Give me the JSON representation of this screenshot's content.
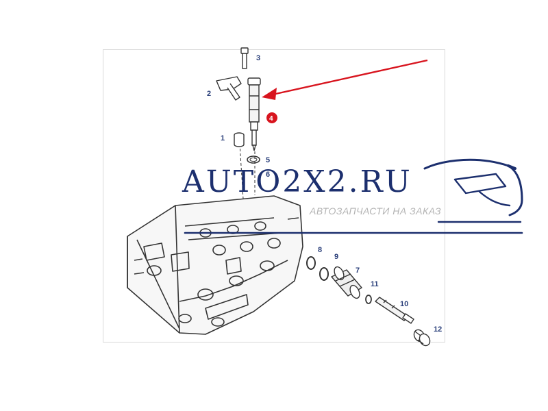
{
  "callouts": [
    "1",
    "2",
    "3",
    "4",
    "5",
    "6",
    "7",
    "8",
    "9",
    "10",
    "11",
    "12"
  ],
  "watermark": {
    "title": "AUTO2X2.RU",
    "subtitle": "АВТОЗАПЧАСТИ НА ЗАКАЗ"
  },
  "colors": {
    "brand": "#1c2f6e",
    "arrow": "#d8141e",
    "badge": "#d8141e",
    "callout": "#2a3f7a",
    "line": "#333333"
  },
  "icons": {
    "logo": "car-silhouette-icon",
    "pointer": "red-arrow-icon"
  }
}
